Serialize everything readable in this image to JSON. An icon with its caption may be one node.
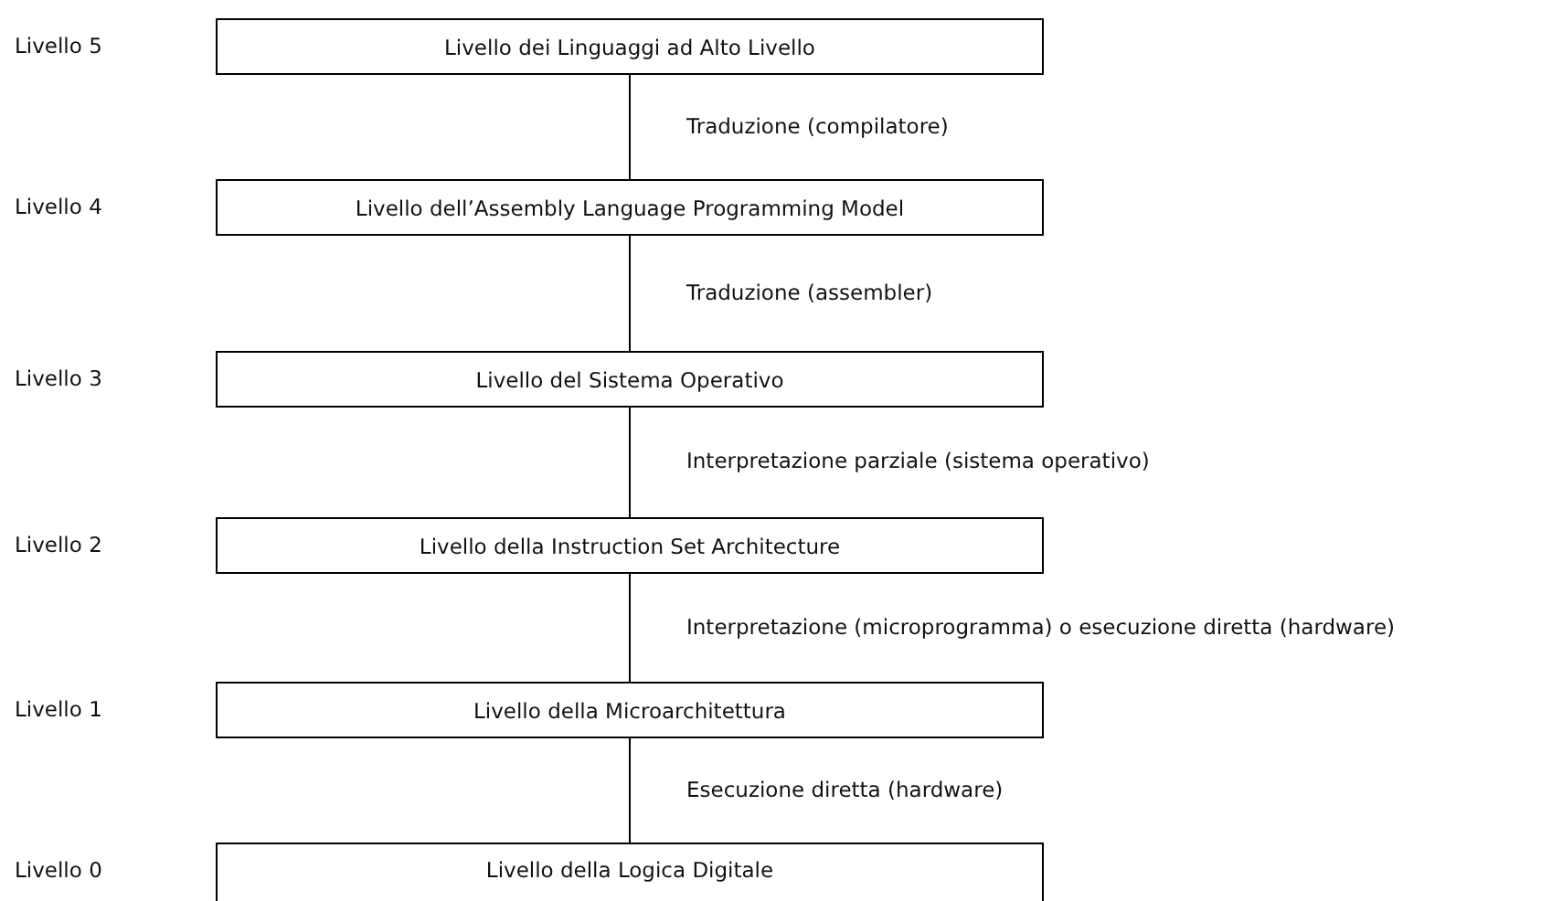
{
  "diagram": {
    "nodes": [
      {
        "text": [
          "Livello dei Linguaggi ad Alto Livello"
        ]
      },
      {
        "text": [
          "Livello dell’Assembly Language Programming Model"
        ]
      },
      {
        "text": [
          "Livello del Sistema Operativo"
        ]
      },
      {
        "text": [
          "Livello della Instruction Set Architecture"
        ]
      },
      {
        "text": [
          "Livello della Microarchitettura"
        ]
      },
      {
        "text": [
          "Livello della Logica Digitale"
        ]
      }
    ],
    "labels": [
      "Livello 5",
      "Livello 4",
      "Livello 3",
      "Livello 2",
      "Livello 1",
      "Livello 0"
    ],
    "edges": [
      {
        "from": 0,
        "to": 1,
        "arrow": "none",
        "label": "Traduzione (compilatore)"
      },
      {
        "from": 1,
        "to": 2,
        "arrow": "none",
        "label": "Traduzione (assembler)"
      },
      {
        "from": 2,
        "to": 3,
        "arrow": "none",
        "label": "Interpretazione parziale (sistema operativo)"
      },
      {
        "from": 3,
        "to": 4,
        "arrow": "none",
        "label": "Interpretazione (microprogramma) o esecuzione diretta (hardware)"
      },
      {
        "from": 4,
        "to": 5,
        "arrow": "none",
        "label": "Esecuzione diretta (hardware)"
      }
    ]
  }
}
